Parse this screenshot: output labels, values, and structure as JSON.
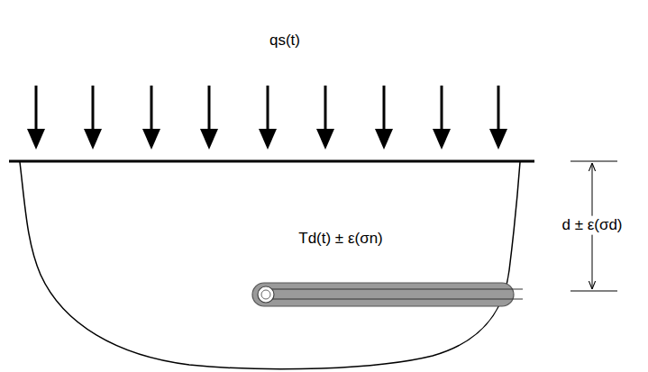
{
  "diagram": {
    "labels": [
      "qs(t)",
      "Td(t) ± ε(σn)",
      "d ± ε(σd)"
    ]
  }
}
